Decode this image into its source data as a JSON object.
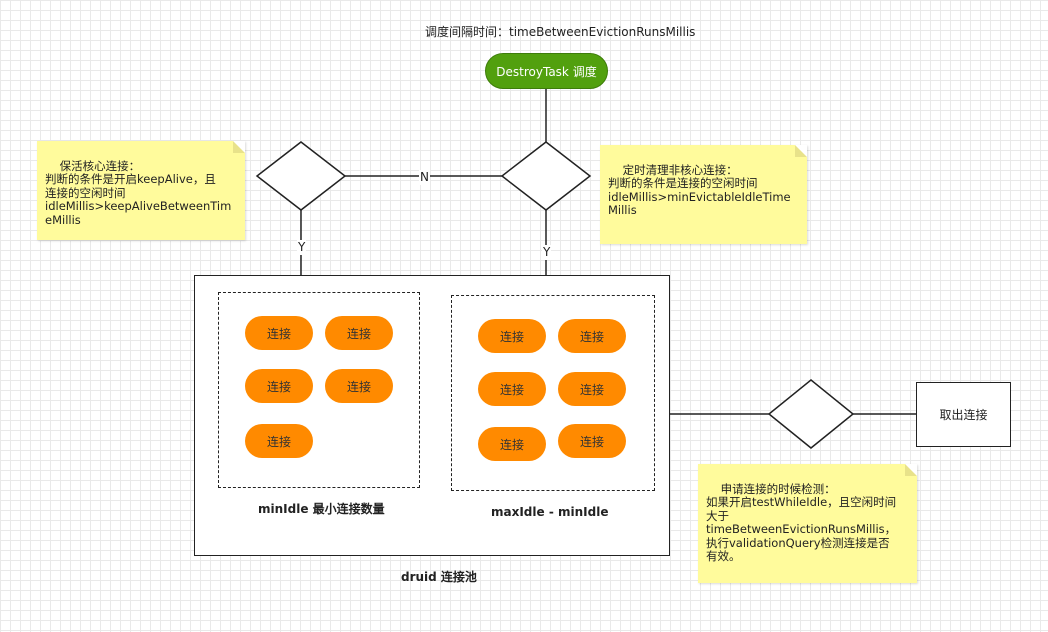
{
  "schedule_label": "调度间隔时间：timeBetweenEvictionRunsMillis",
  "destroy_task": "DestroyTask 调度",
  "left_note": "保活核心连接：\n判断的条件是开启keepAlive，且\n连接的空闲时间\nidleMillis>keepAliveBetweenTim\neMillis",
  "right_note": "定时清理非核心连接：\n判断的条件是连接的空闲时间\nidleMillis>minEvictableIdleTime\nMillis",
  "bottom_note": "申请连接的时候检测：\n如果开启testWhileIdle，且空闲时间\n大于\ntimeBetweenEvictionRunsMillis，\n执行validationQuery检测连接是否\n有效。",
  "edge_n": "N",
  "edge_y_left": "Y",
  "edge_y_right": "Y",
  "connection_label": "连接",
  "min_idle_label": "minIdle 最小连接数量",
  "max_idle_label": "maxIdle - minIdle",
  "pool_label": "druid 连接池",
  "take_connection": "取出连接",
  "colors": {
    "connection_fill": "#ff8a00",
    "destroy_task_fill": "#52a00e",
    "note_fill": "#fffb9c"
  }
}
